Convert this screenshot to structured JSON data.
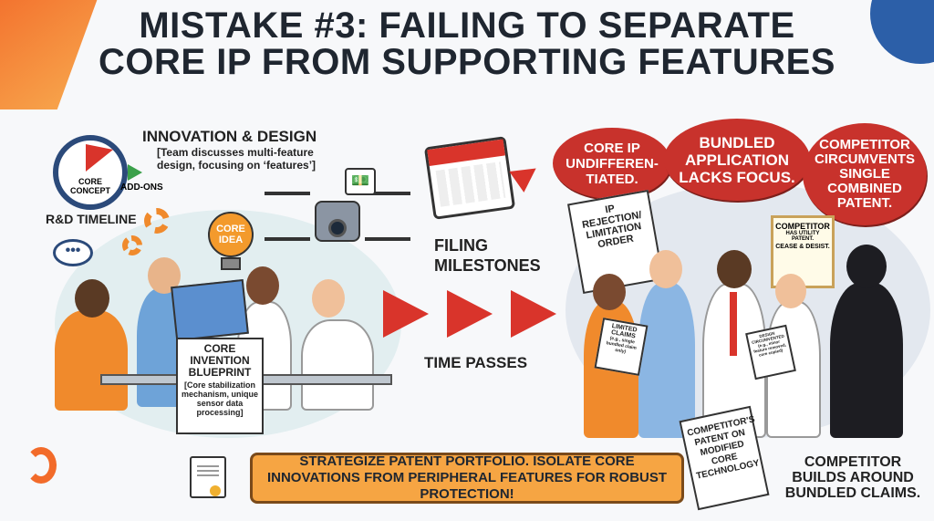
{
  "title_line1": "MISTAKE #3: FAILING TO SEPARATE",
  "title_line2": "CORE IP FROM SUPPORTING FEATURES",
  "left": {
    "heading": "INNOVATION & DESIGN",
    "subheading": "[Team discusses multi-feature design, focusing on ‘features’]",
    "clock_label": "CORE CONCEPT",
    "addons_label": "ADD-ONS",
    "timeline_label": "R&D TIMELINE",
    "bulb_label": "CORE IDEA",
    "blueprint_title": "CORE INVENTION BLUEPRINT",
    "blueprint_detail": "[Core stabilization mechanism, unique sensor data processing]"
  },
  "middle": {
    "filing_label": "FILING MILESTONES",
    "time_label": "TIME PASSES"
  },
  "right": {
    "bubbles": [
      "CORE IP UNDIFFEREN-TIATED.",
      "BUNDLED APPLICATION LACKS FOCUS.",
      "COMPETITOR CIRCUMVENTS SINGLE COMBINED PATENT."
    ],
    "rejection_doc": "IP REJECTION/ LIMITATION ORDER",
    "certificate_title": "COMPETITOR",
    "certificate_line1": "HAS UTILITY PATENT.",
    "certificate_line2": "CEASE & DESIST.",
    "limited_claims_title": "LIMITED CLAIMS",
    "limited_claims_detail": "(e.g., single bundled claim only)",
    "design_doc_title": "DESIGN CIRCUMVENTED",
    "design_doc_detail": "(e.g., minor feature removed, core copied)",
    "competitor_patent": "COMPETITOR'S PATENT ON MODIFIED CORE TECHNOLOGY",
    "caption": "COMPETITOR BUILDS AROUND BUNDLED CLAIMS."
  },
  "banner": "STRATEGIZE PATENT PORTFOLIO. ISOLATE CORE INNOVATIONS FROM PERIPHERAL FEATURES FOR ROBUST PROTECTION!",
  "colors": {
    "red": "#c8322c",
    "orange": "#f08a2c",
    "banner": "#f6a543",
    "navy": "#2b4a7a"
  }
}
